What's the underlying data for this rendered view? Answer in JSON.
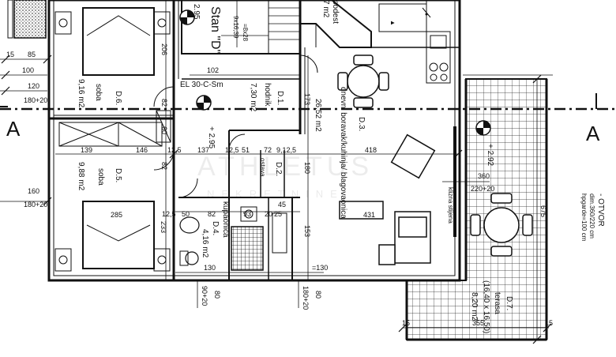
{
  "section": {
    "left": "A",
    "right": "A"
  },
  "apartment": {
    "name": "Stan \"D\"",
    "area": "9x16,39",
    "area2": "=8x28"
  },
  "level_marks": {
    "main": "+ 2.95",
    "top": "2.95",
    "hall": "+ 2.95",
    "terrace": "+ 2.92"
  },
  "rooms": {
    "soba6": {
      "name": "D.6.",
      "type": "soba",
      "area": "9,16 m2"
    },
    "soba5": {
      "name": "D.5.",
      "type": "soba",
      "area": "9,88 m2"
    },
    "hodnik": {
      "name": "D.1.",
      "type": "hodnik",
      "area": "7,30 m2"
    },
    "dnevni": {
      "name": "D.3.",
      "type": "dnevni boravak/kuhinja/ blagovaonica",
      "area": "26,52 m2"
    },
    "kupaonica": {
      "name": "D.4.",
      "type": "kupaonica",
      "area": "4,16 m2"
    },
    "ostava": {
      "name": "D.2.",
      "type": "ostava"
    },
    "teras": {
      "name": "D.7.",
      "type": "terasa",
      "size": "(16,40 x 16,50)",
      "area": "8,20 m2"
    },
    "podest": {
      "text": "podest",
      "area": "7 m2"
    }
  },
  "notes": {
    "el": "EL 30-C-Sm",
    "otvor": "- OTVOR",
    "otvor_dim": "dim.360/220 cm",
    "otvor_h": "hpgarde=100 cm",
    "klizna": "klizna stijena",
    "watermark": "ATHLETUS",
    "watermark2": "NEKRETNINE"
  },
  "dims": {
    "d15": "15",
    "d85": "85",
    "d100": "100",
    "d120": "120",
    "d180_20a": "180+20",
    "d160": "160",
    "d180_20b": "180+20",
    "d139": "139",
    "d146": "146",
    "d125a": "12,5",
    "d137": "137",
    "d125b": "12,5",
    "d51": "51",
    "d72": "72",
    "d915": "9,12,5",
    "d418": "418",
    "d102": "102",
    "d206": "206",
    "d82a": "82",
    "d82b": "82",
    "d60": "60",
    "d173": "173",
    "d180": "180",
    "d285": "285",
    "d125c": "12,5",
    "d50": "50",
    "d82c": "82",
    "d93": "93",
    "d20": "20",
    "d25": "25",
    "d45": "45",
    "d431": "431",
    "d153": "153",
    "d233": "233",
    "d130a": "130",
    "d130b": "=130",
    "d90_20a": "90+20",
    "d80a": "80",
    "d180_20c": "180+20",
    "d80b": "80",
    "d360": "360",
    "d220_20": "220+20",
    "d675": "675",
    "d355": "355",
    "d15b": "15",
    "d15c": "15"
  }
}
